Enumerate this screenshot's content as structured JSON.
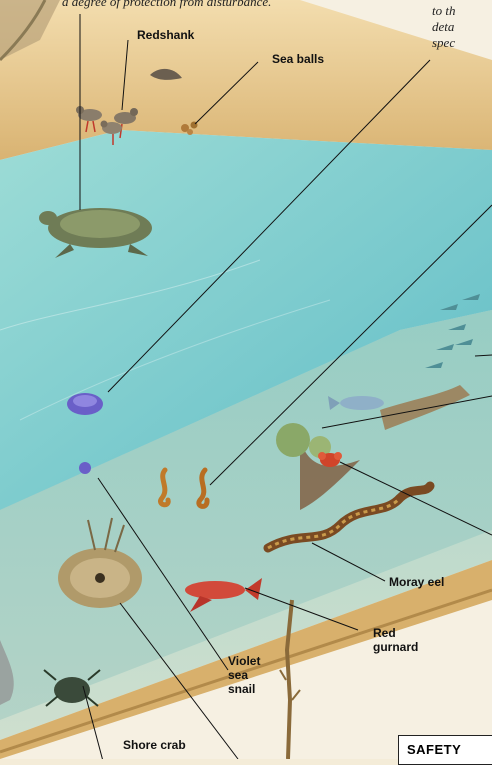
{
  "captions": {
    "top_left": "a degree of protection from disturbance.",
    "top_right_1": "to th",
    "top_right_2": "deta",
    "top_right_3": "spec"
  },
  "labels": {
    "redshank": "Redshank",
    "sea_balls": "Sea balls",
    "moray_eel": "Moray eel",
    "red_gurnard": "Red\ngurnard",
    "violet_sea_snail": "Violet\nsea\nsnail",
    "shore_crab": "Shore crab"
  },
  "sidebar": {
    "safety_title": "SAFETY"
  },
  "colors": {
    "sand": "#e8c98a",
    "water_surface": "#8fd3cf",
    "water_deep": "#3fa9b8",
    "seabed": "#a9d3c7"
  }
}
